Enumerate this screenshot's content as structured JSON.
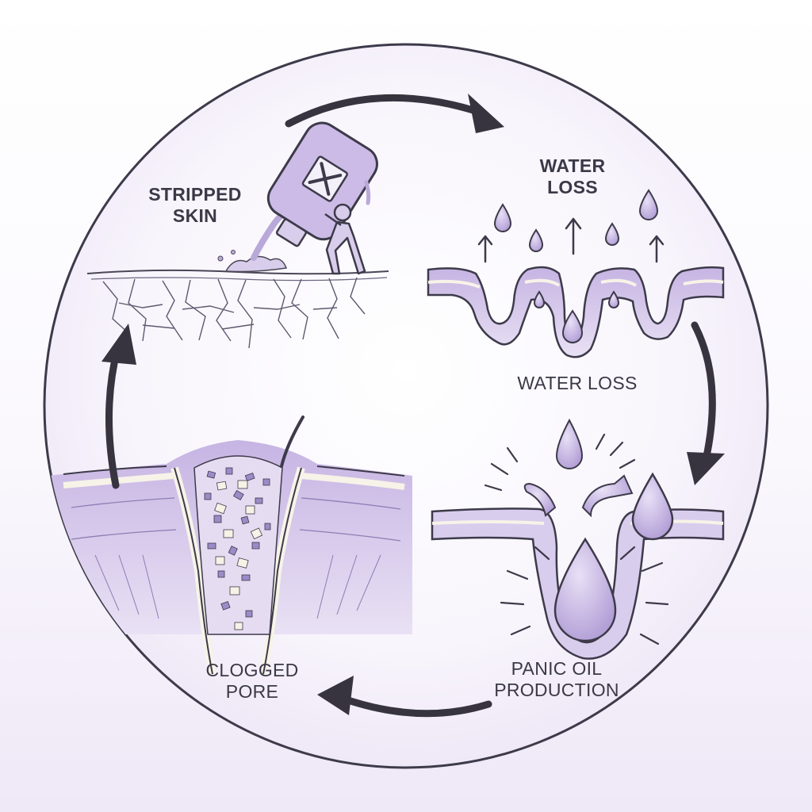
{
  "labels": {
    "stripped_skin": [
      "STRIPPED",
      "SKIN"
    ],
    "water_loss_top": [
      "WATER",
      "LOSS"
    ],
    "water_loss_mid": "WATER LOSS",
    "panic_oil": [
      "PANIC OIL",
      "PRODUCTION"
    ],
    "clogged_pore": [
      "CLOGGED",
      "PORE"
    ]
  },
  "icons": {
    "cleanser": "cleanser-bottle-icon",
    "figure": "person-pushing-icon",
    "droplet": "water-droplet-icon",
    "arrow": "cycle-arrow-icon"
  },
  "colors": {
    "outline": "#3d3a4a",
    "lavender": "#cbbbe6",
    "lavender_light": "#e7def3",
    "lavender_deep": "#a893cf",
    "arrow": "#37343f",
    "cream": "#f7f3e8"
  }
}
